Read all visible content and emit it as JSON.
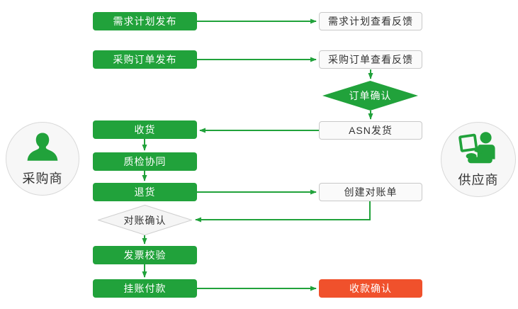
{
  "diagram": {
    "type": "flowchart",
    "theme": "procurement-collaboration"
  },
  "palette": {
    "green": "#21a23b",
    "red": "#f0512c",
    "white_node_bg": "#fafafa",
    "white_node_border": "#c9c9c9",
    "gray_diamond_bg": "#f5f5f5",
    "gray_diamond_border": "#cfcfcf",
    "dark_text": "#333333",
    "light_text": "#ffffff"
  },
  "actors": {
    "buyer": {
      "label": "采购商",
      "icon": "person-icon"
    },
    "supplier": {
      "label": "供应商",
      "icon": "person-laptop-icon"
    }
  },
  "nodes": {
    "demand_plan_publish": {
      "label": "需求计划发布",
      "style": "green"
    },
    "purchase_order_publish": {
      "label": "采购订单发布",
      "style": "green"
    },
    "receive_goods": {
      "label": "收货",
      "style": "green"
    },
    "quality_collaboration": {
      "label": "质检协同",
      "style": "green"
    },
    "return_goods": {
      "label": "退货",
      "style": "green"
    },
    "reconciliation_confirm": {
      "label": "对账确认",
      "style": "gray-diamond"
    },
    "invoice_check": {
      "label": "发票校验",
      "style": "green"
    },
    "book_payment": {
      "label": "挂账付款",
      "style": "green"
    },
    "demand_plan_feedback": {
      "label": "需求计划查看反馈",
      "style": "white"
    },
    "purchase_order_feedback": {
      "label": "采购订单查看反馈",
      "style": "white"
    },
    "order_confirm": {
      "label": "订单确认",
      "style": "green-diamond"
    },
    "asn_ship": {
      "label": "ASN发货",
      "style": "white"
    },
    "create_statement": {
      "label": "创建对账单",
      "style": "white"
    },
    "receipt_confirm": {
      "label": "收款确认",
      "style": "red"
    }
  },
  "connections": [
    {
      "from": "需求计划发布",
      "to": "需求计划查看反馈"
    },
    {
      "from": "采购订单发布",
      "to": "采购订单查看反馈"
    },
    {
      "from": "采购订单查看反馈",
      "to": "订单确认"
    },
    {
      "from": "订单确认",
      "to": "ASN发货"
    },
    {
      "from": "ASN发货",
      "to": "收货"
    },
    {
      "from": "收货",
      "to": "质检协同"
    },
    {
      "from": "质检协同",
      "to": "退货"
    },
    {
      "from": "退货",
      "to": "创建对账单"
    },
    {
      "from": "创建对账单",
      "to": "对账确认"
    },
    {
      "from": "对账确认",
      "to": "发票校验"
    },
    {
      "from": "发票校验",
      "to": "挂账付款"
    },
    {
      "from": "挂账付款",
      "to": "收款确认"
    }
  ]
}
